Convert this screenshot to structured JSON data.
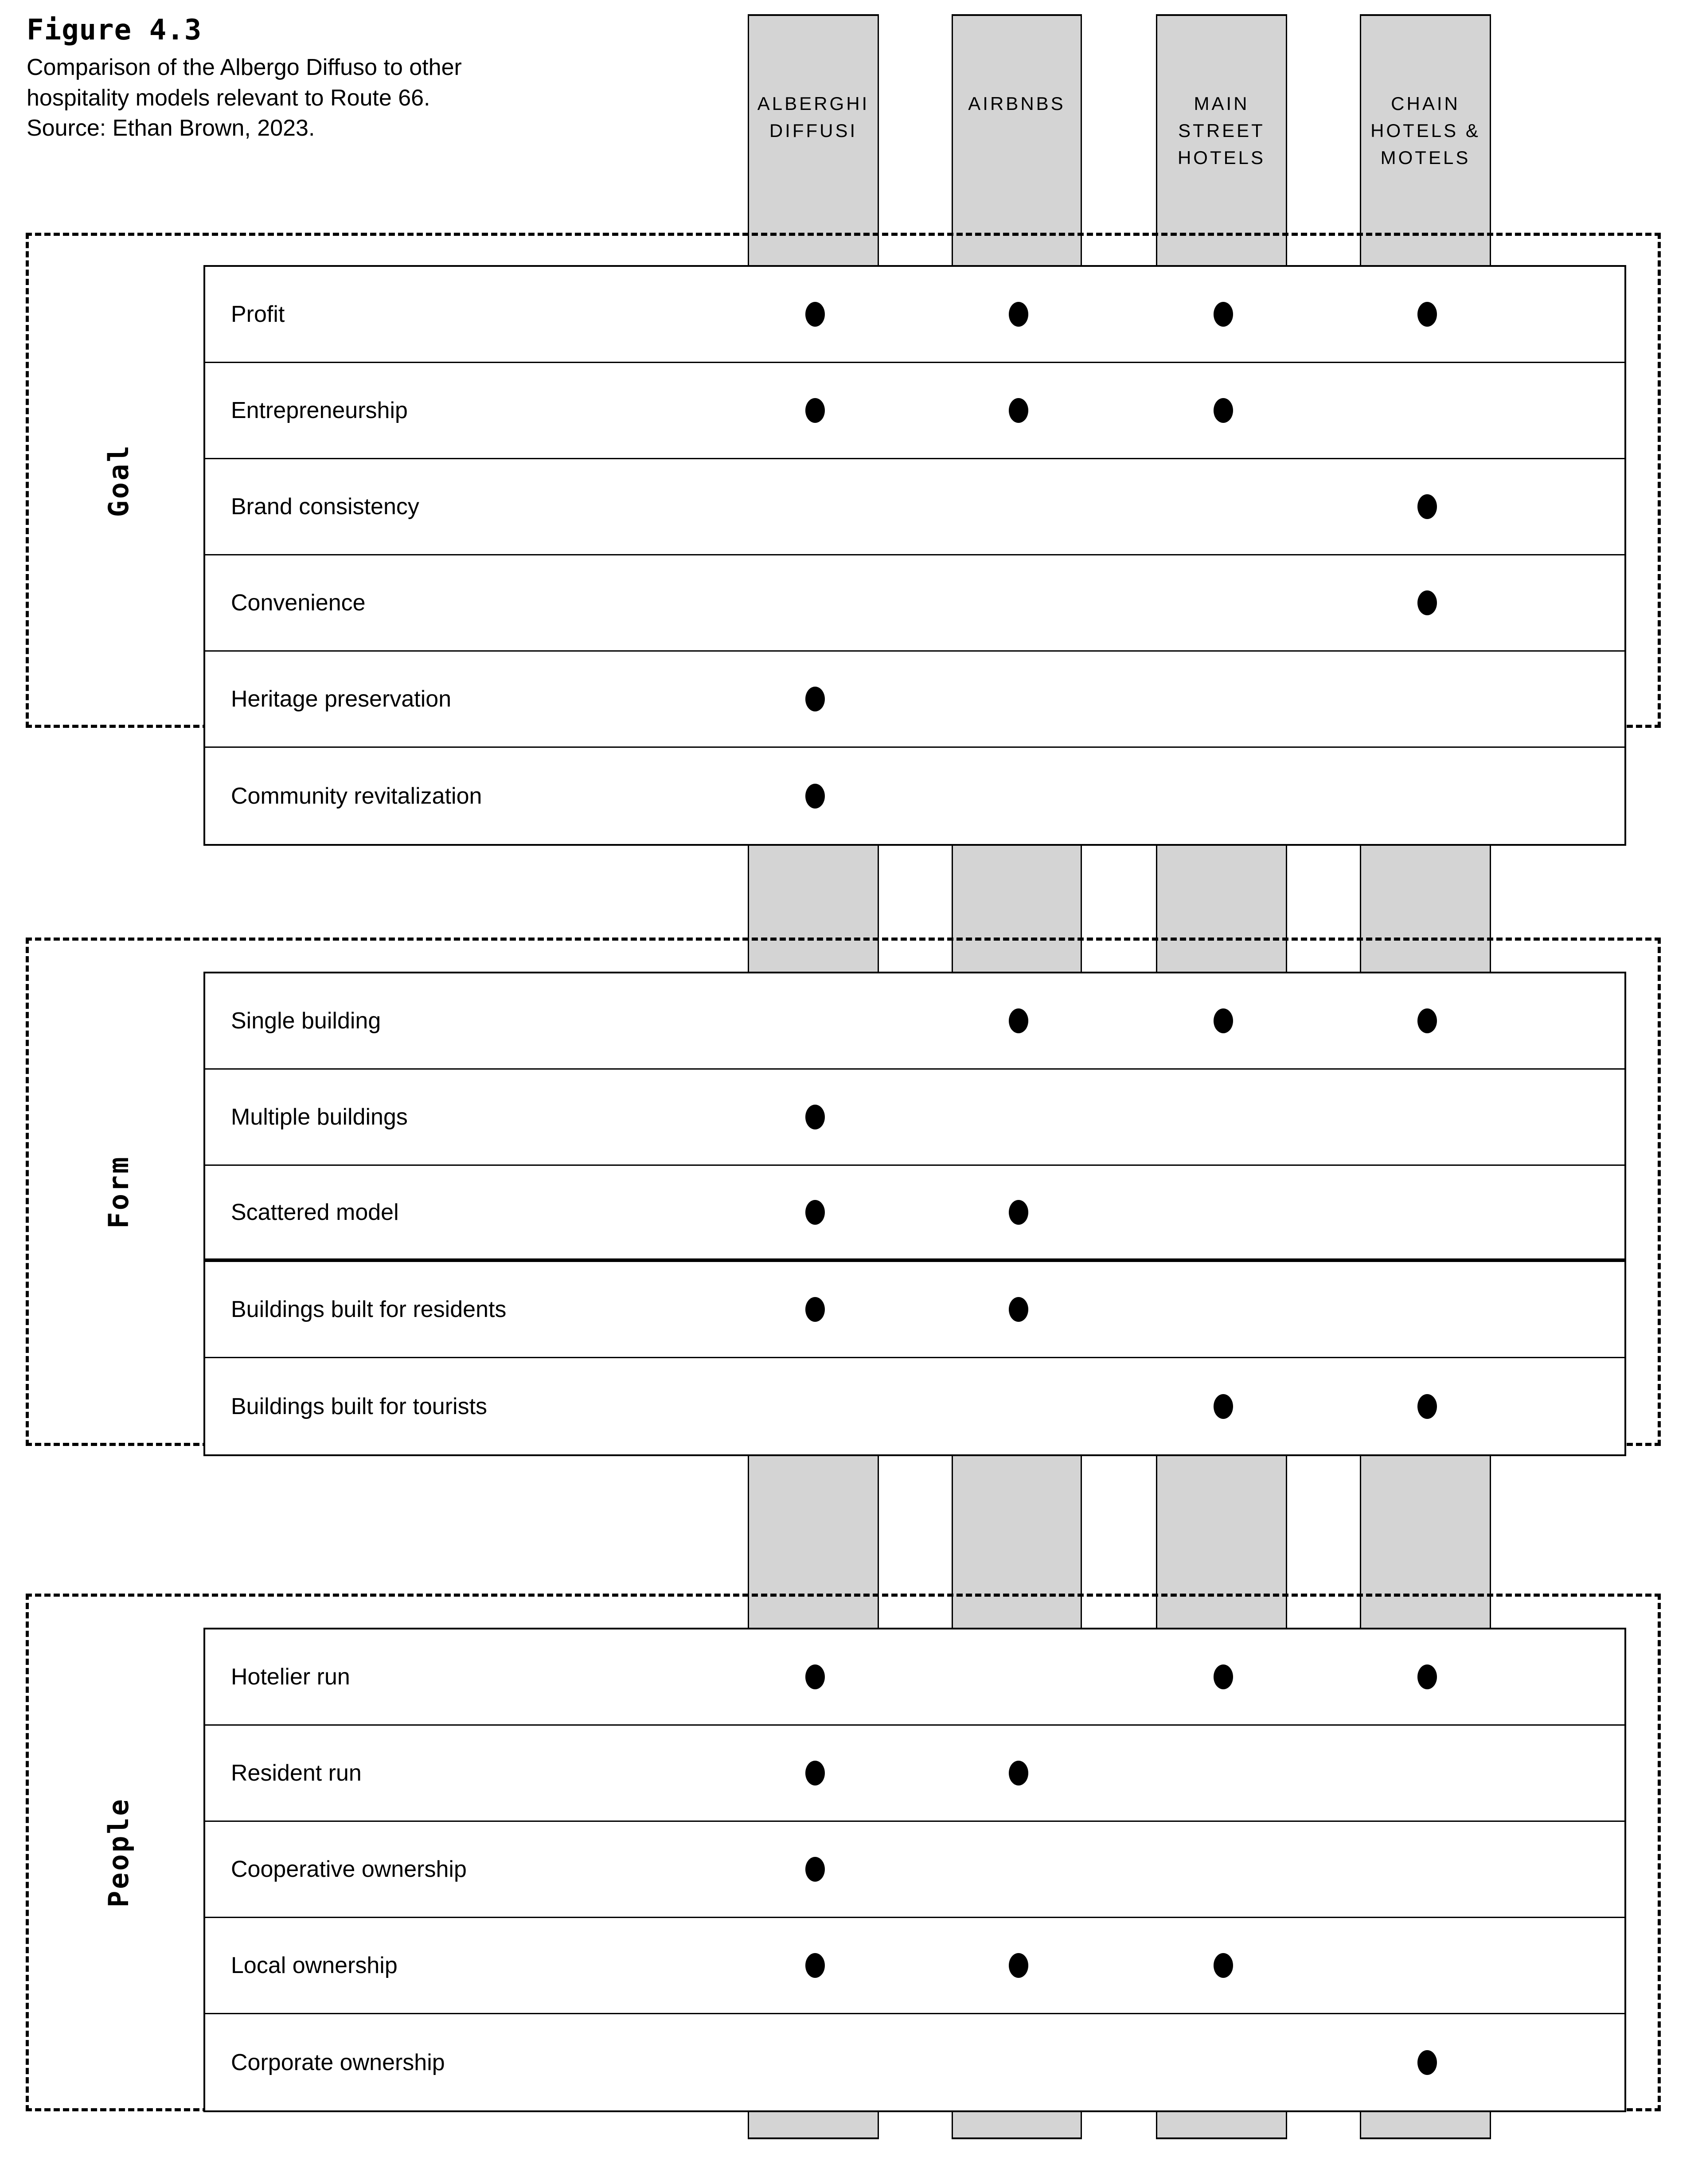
{
  "figure": {
    "number": "Figure 4.3",
    "caption_lines": [
      "Comparison of the Albergo Diffuso to other",
      "hospitality models relevant to Route 66.",
      "Source: Ethan Brown, 2023."
    ]
  },
  "colors": {
    "column_band": "#d4d4d4",
    "line": "#000000",
    "background": "#ffffff"
  },
  "chart_data": {
    "type": "table",
    "title": "Figure 4.3",
    "subtitle": "Comparison of the Albergo Diffuso to other hospitality models relevant to Route 66.",
    "source": "Source: Ethan Brown, 2023.",
    "columns": [
      {
        "id": "alberghi-diffusi",
        "lines": [
          "ALBERGHI",
          "DIFFUSI"
        ],
        "label": "ALBERGHI DIFFUSI"
      },
      {
        "id": "airbnbs",
        "lines": [
          "AIRBNBS"
        ],
        "label": "AIRBNBS"
      },
      {
        "id": "main-street-hotels",
        "lines": [
          "MAIN",
          "STREET",
          "HOTELS"
        ],
        "label": "MAIN STREET HOTELS"
      },
      {
        "id": "chain-hotels-motels",
        "lines": [
          "CHAIN",
          "HOTELS &",
          "MOTELS"
        ],
        "label": "CHAIN HOTELS & MOTELS"
      }
    ],
    "groups": [
      {
        "id": "goal",
        "label": "Goal",
        "rows": [
          {
            "label": "Profit",
            "marks": [
              true,
              true,
              true,
              true
            ]
          },
          {
            "label": "Entrepreneurship",
            "marks": [
              true,
              true,
              true,
              false
            ]
          },
          {
            "label": "Brand consistency",
            "marks": [
              false,
              false,
              false,
              true
            ]
          },
          {
            "label": "Convenience",
            "marks": [
              false,
              false,
              false,
              true
            ]
          },
          {
            "label": "Heritage preservation",
            "marks": [
              true,
              false,
              false,
              false
            ]
          },
          {
            "label": "Community revitalization",
            "marks": [
              true,
              false,
              false,
              false
            ]
          }
        ]
      },
      {
        "id": "form",
        "label": "Form",
        "rows": [
          {
            "label": "Single building",
            "marks": [
              false,
              true,
              true,
              true
            ]
          },
          {
            "label": "Multiple buildings",
            "marks": [
              true,
              false,
              false,
              false
            ]
          },
          {
            "label": "Scattered model",
            "marks": [
              true,
              true,
              false,
              false
            ],
            "thick_separator": true
          },
          {
            "label": "Buildings built for residents",
            "marks": [
              true,
              true,
              false,
              false
            ]
          },
          {
            "label": "Buildings built for tourists",
            "marks": [
              false,
              false,
              true,
              true
            ]
          }
        ]
      },
      {
        "id": "people",
        "label": "People",
        "rows": [
          {
            "label": "Hotelier run",
            "marks": [
              true,
              false,
              true,
              true
            ]
          },
          {
            "label": "Resident run",
            "marks": [
              true,
              true,
              false,
              false
            ]
          },
          {
            "label": "Cooperative ownership",
            "marks": [
              true,
              false,
              false,
              false
            ]
          },
          {
            "label": "Local ownership",
            "marks": [
              true,
              true,
              true,
              false
            ]
          },
          {
            "label": "Corporate ownership",
            "marks": [
              false,
              false,
              false,
              true
            ]
          }
        ]
      }
    ]
  }
}
